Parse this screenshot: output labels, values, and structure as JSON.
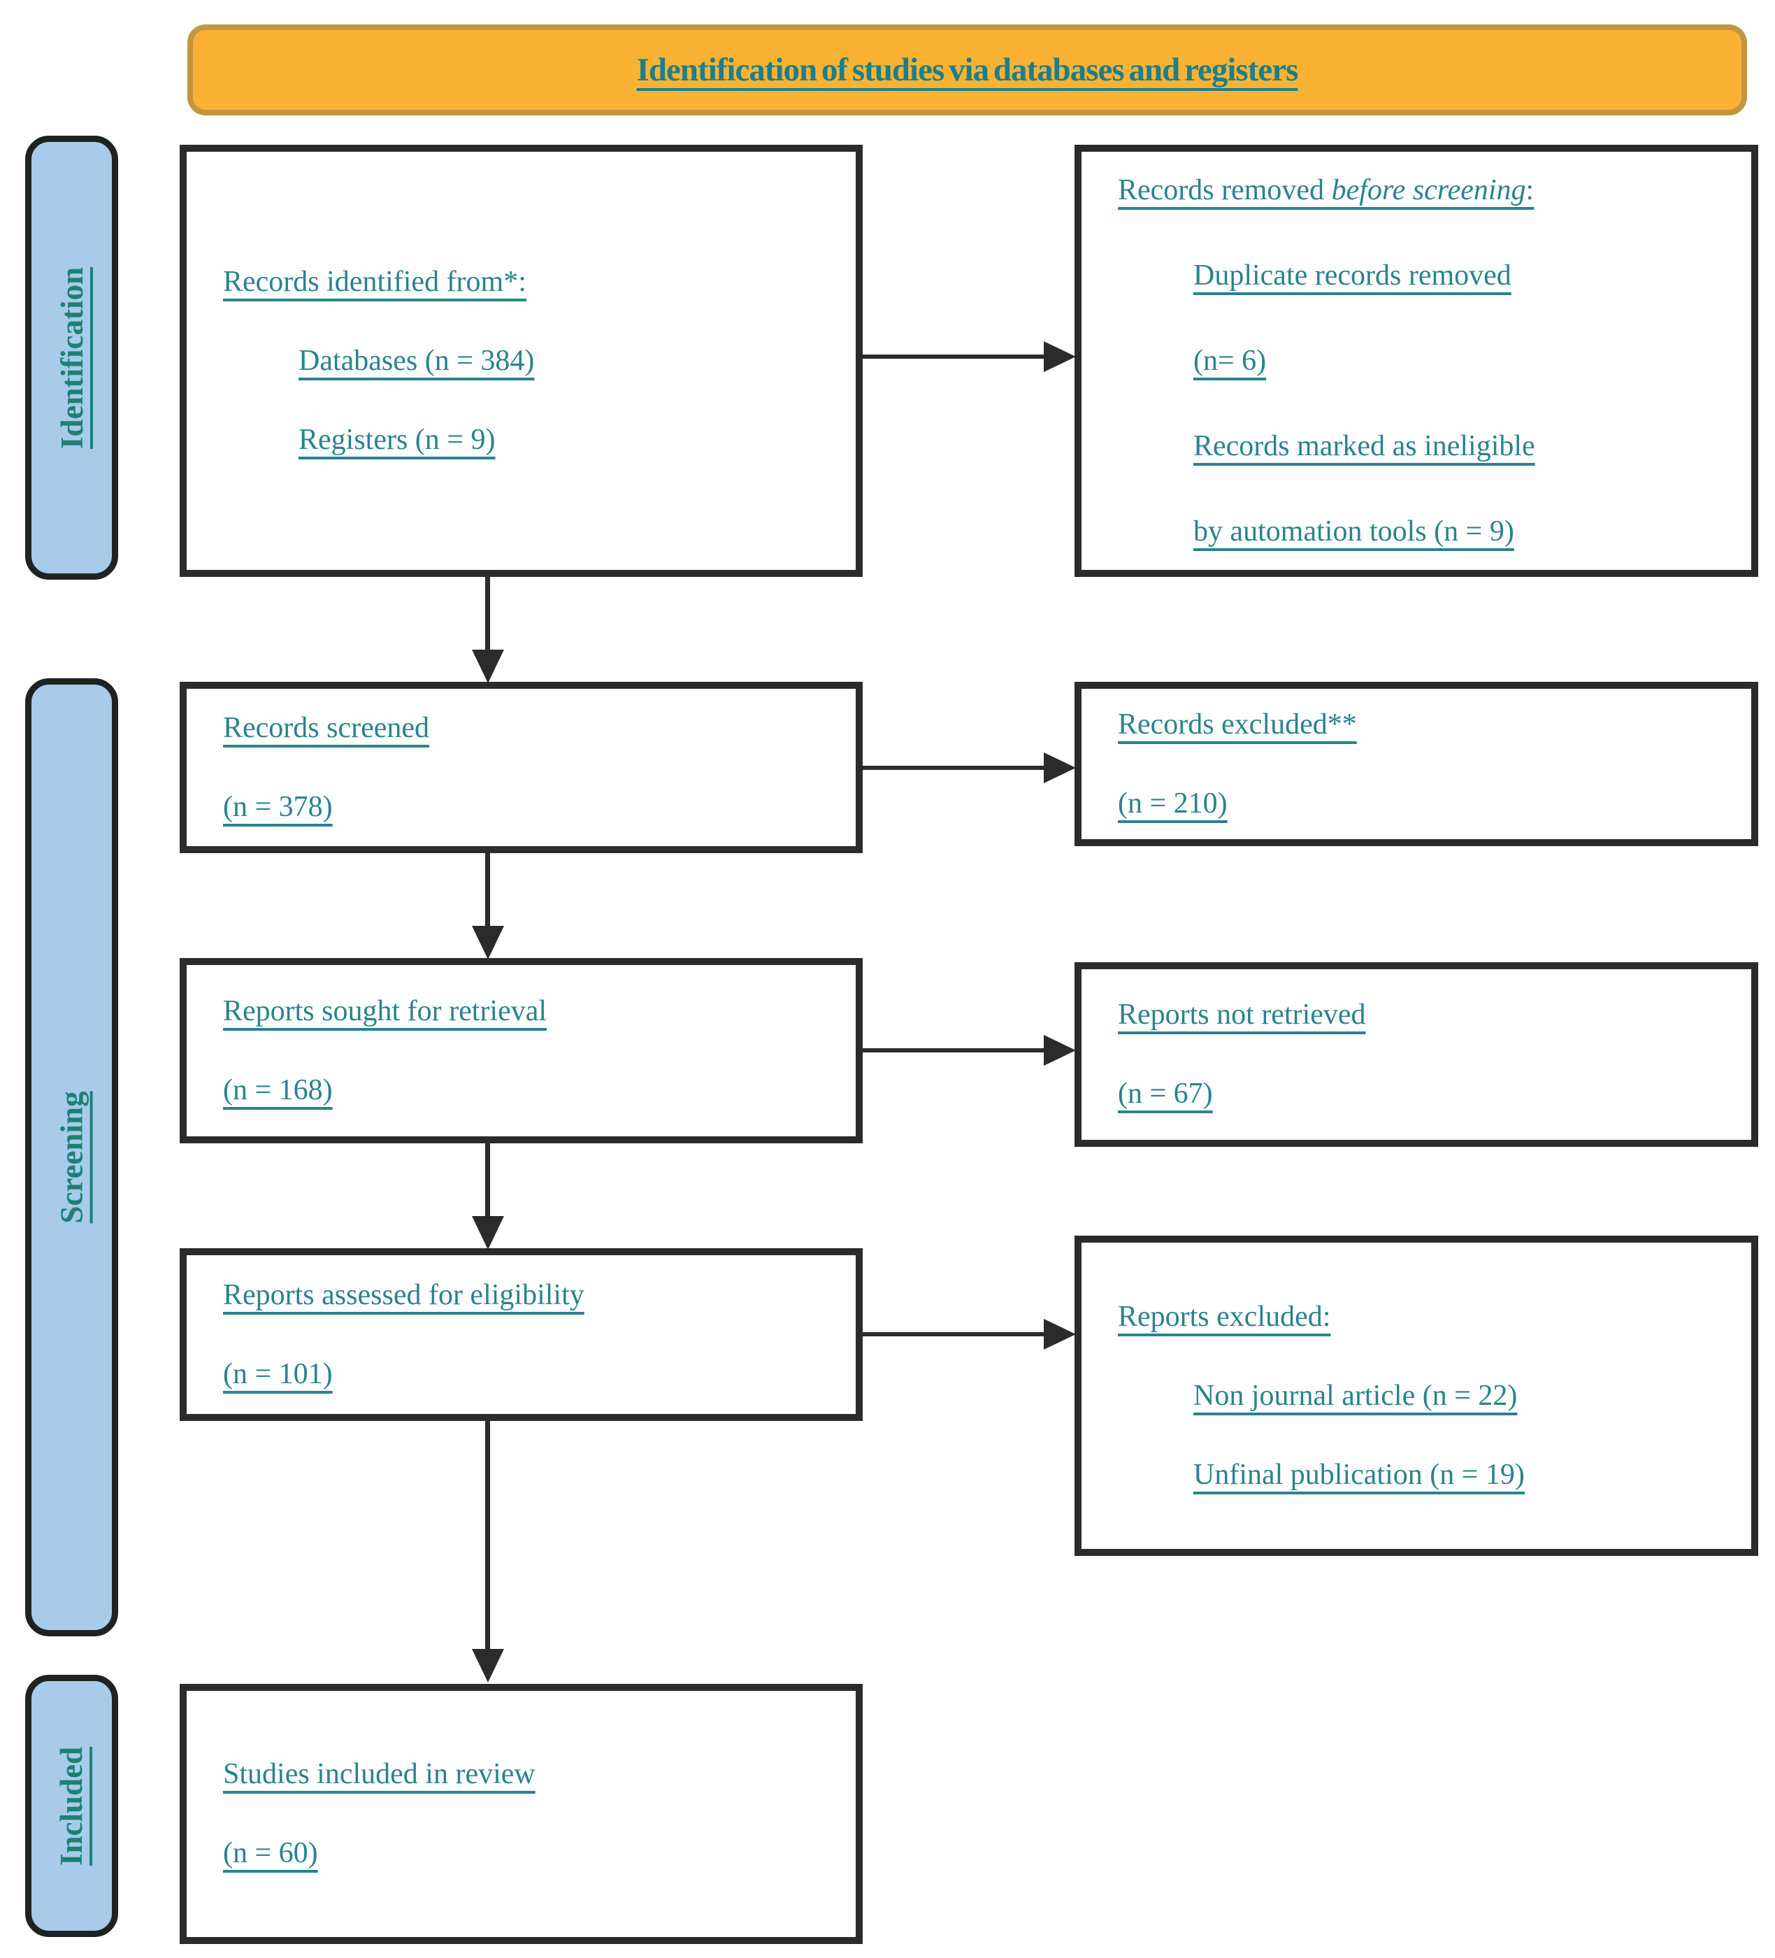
{
  "banner": {
    "title": "Identification of studies via databases and registers"
  },
  "sidebar": {
    "identification": "Identification",
    "screening": "Screening",
    "included": "Included"
  },
  "boxes": {
    "records_identified": {
      "heading": "Records identified from*:",
      "items": [
        "Databases (n = 384)",
        "Registers (n = 9)"
      ]
    },
    "records_removed": {
      "heading_pre": "Records removed ",
      "heading_italic": "before screening",
      "heading_post": ":",
      "item1_line1": "Duplicate records removed",
      "item1_line2": "(n= 6)",
      "item2_line1": "Records marked as ineligible",
      "item2_line2": "by automation tools (n = 9)"
    },
    "records_screened": {
      "line1": "Records screened",
      "line2": "(n = 378)"
    },
    "records_excluded": {
      "line1": "Records excluded**",
      "line2": "(n = 210)"
    },
    "reports_sought": {
      "line1": "Reports sought for retrieval",
      "line2": "(n = 168)"
    },
    "reports_not_retrieved": {
      "line1": "Reports not retrieved",
      "line2": "(n = 67)"
    },
    "reports_assessed": {
      "line1": "Reports assessed for eligibility",
      "line2": "(n = 101)"
    },
    "reports_excluded": {
      "heading": "Reports excluded:",
      "items": [
        "Non journal article (n = 22)",
        "Unfinal publication (n = 19)"
      ]
    },
    "studies_included": {
      "line1": "Studies included in review",
      "line2": "(n = 60)"
    }
  },
  "colors": {
    "banner_fill": "#f9b233",
    "banner_border": "#c2953e",
    "pill_fill": "#a7cbe9",
    "pill_border": "#1f2222",
    "box_border": "#2b2b2b",
    "box_text_teal": "#29838e",
    "stage_label_teal": "#1d8073",
    "arrow": "#2b2b2b"
  }
}
